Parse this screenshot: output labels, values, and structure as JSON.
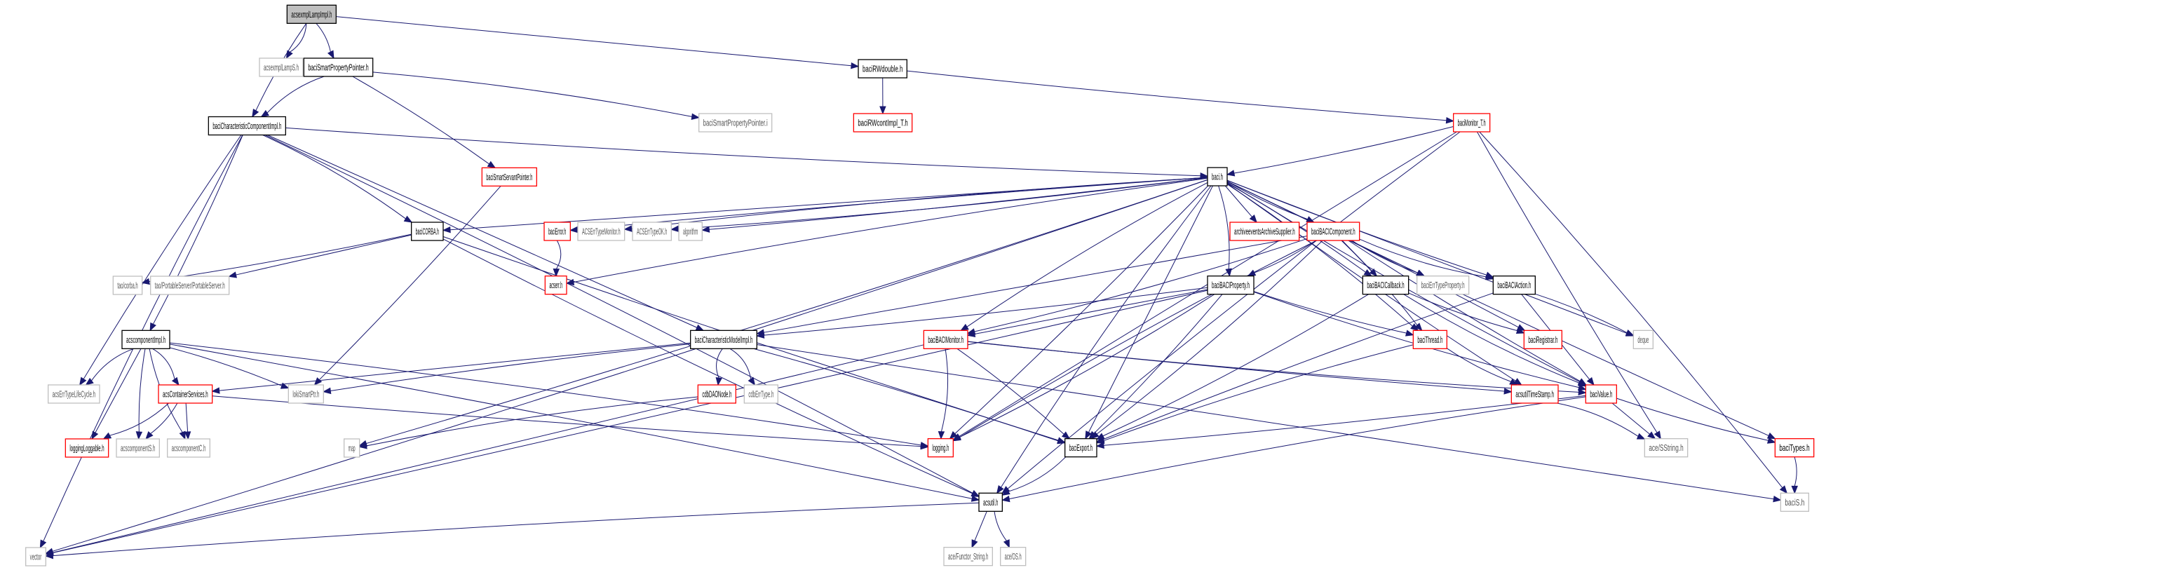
{
  "diagram": {
    "type": "include-dependency-graph",
    "root": "acsexmplLampImpl.h",
    "colors": {
      "edge": "#191970",
      "root_fill": "#bfbfbf",
      "documented_border": "#000000",
      "truncated_border": "#ff0000",
      "external_border": "#bfbfbf"
    },
    "nodes": [
      {
        "id": "acsexmplLampImpl",
        "label": "acsexmplLampImpl.h",
        "kind": "root"
      },
      {
        "id": "acsexmplLampS",
        "label": "acsexmplLampS.h",
        "kind": "external"
      },
      {
        "id": "baciSmartPropertyPointer",
        "label": "baciSmartPropertyPointer.h",
        "kind": "documented"
      },
      {
        "id": "baciRWdouble",
        "label": "baciRWdouble.h",
        "kind": "documented"
      },
      {
        "id": "baciCharacteristicComponentImpl",
        "label": "baciCharacteristicComponentImpl.h",
        "kind": "documented"
      },
      {
        "id": "baciSmartPropertyPointerI",
        "label": "baciSmartPropertyPointer.i",
        "kind": "external"
      },
      {
        "id": "baciRWcontImpl_T",
        "label": "baciRWcontImpl_T.h",
        "kind": "truncated"
      },
      {
        "id": "baciMonitor_T",
        "label": "baciMonitor_T.h",
        "kind": "truncated"
      },
      {
        "id": "baciSmartServantPointer",
        "label": "baciSmartServantPointer.h",
        "kind": "truncated"
      },
      {
        "id": "baci",
        "label": "baci.h",
        "kind": "documented"
      },
      {
        "id": "baciCORBA",
        "label": "baciCORBA.h",
        "kind": "documented"
      },
      {
        "id": "baciError",
        "label": "baciError.h",
        "kind": "truncated"
      },
      {
        "id": "ACSErrTypeMonitor",
        "label": "ACSErrTypeMonitor.h",
        "kind": "external"
      },
      {
        "id": "ACSErrTypeOK",
        "label": "ACSErrTypeOK.h",
        "kind": "external"
      },
      {
        "id": "algorithm",
        "label": "algorithm",
        "kind": "external"
      },
      {
        "id": "archiveeventsArchiveSupplier",
        "label": "archiveeventsArchiveSupplier.h",
        "kind": "truncated"
      },
      {
        "id": "baciBACIComponent",
        "label": "baciBACIComponent.h",
        "kind": "truncated"
      },
      {
        "id": "taocorba",
        "label": "tao/corba.h",
        "kind": "external"
      },
      {
        "id": "taoPortableServer",
        "label": "tao/PortableServer/PortableServer.h",
        "kind": "external"
      },
      {
        "id": "acserr",
        "label": "acserr.h",
        "kind": "truncated"
      },
      {
        "id": "baciBACIProperty",
        "label": "baciBACIProperty.h",
        "kind": "documented"
      },
      {
        "id": "baciBACICallback",
        "label": "baciBACICallback.h",
        "kind": "documented"
      },
      {
        "id": "baciErrTypeProperty",
        "label": "baciErrTypeProperty.h",
        "kind": "external"
      },
      {
        "id": "baciBACIAction",
        "label": "baciBACIAction.h",
        "kind": "documented"
      },
      {
        "id": "acscomponentImpl",
        "label": "acscomponentImpl.h",
        "kind": "documented"
      },
      {
        "id": "baciCharacteristicModelImpl",
        "label": "baciCharacteristicModelImpl.h",
        "kind": "documented"
      },
      {
        "id": "baciBACIMonitor",
        "label": "baciBACIMonitor.h",
        "kind": "truncated"
      },
      {
        "id": "baciThread",
        "label": "baciThread.h",
        "kind": "truncated"
      },
      {
        "id": "baciRegistrar",
        "label": "baciRegistrar.h",
        "kind": "truncated"
      },
      {
        "id": "deque",
        "label": "deque",
        "kind": "external"
      },
      {
        "id": "acsErrTypeLifeCycle",
        "label": "acsErrTypeLifeCycle.h",
        "kind": "external"
      },
      {
        "id": "acsContainerServices",
        "label": "acsContainerServices.h",
        "kind": "truncated"
      },
      {
        "id": "lokiSmartPtr",
        "label": "lokiSmartPtr.h",
        "kind": "external"
      },
      {
        "id": "cdbDAONode",
        "label": "cdbDAONode.h",
        "kind": "truncated"
      },
      {
        "id": "cdbErrType",
        "label": "cdbErrType.h",
        "kind": "external"
      },
      {
        "id": "acsutilTimeStamp",
        "label": "acsutilTimeStamp.h",
        "kind": "truncated"
      },
      {
        "id": "baciValue",
        "label": "baciValue.h",
        "kind": "truncated"
      },
      {
        "id": "loggingLoggable",
        "label": "loggingLoggable.h",
        "kind": "truncated"
      },
      {
        "id": "acscomponentS",
        "label": "acscomponentS.h",
        "kind": "external"
      },
      {
        "id": "acscomponentC",
        "label": "acscomponentC.h",
        "kind": "external"
      },
      {
        "id": "map",
        "label": "map",
        "kind": "external"
      },
      {
        "id": "logging",
        "label": "logging.h",
        "kind": "truncated"
      },
      {
        "id": "baciExport",
        "label": "baciExport.h",
        "kind": "documented"
      },
      {
        "id": "aceSString",
        "label": "ace/SString.h",
        "kind": "external"
      },
      {
        "id": "baciTypes",
        "label": "baciTypes.h",
        "kind": "truncated"
      },
      {
        "id": "acsutil",
        "label": "acsutil.h",
        "kind": "documented"
      },
      {
        "id": "baciS",
        "label": "baciS.h",
        "kind": "external"
      },
      {
        "id": "vector",
        "label": "vector",
        "kind": "external"
      },
      {
        "id": "aceFunctorString",
        "label": "ace/Functor_String.h",
        "kind": "external"
      },
      {
        "id": "aceOS",
        "label": "ace/OS.h",
        "kind": "external"
      }
    ],
    "edges": [
      [
        "acsexmplLampImpl",
        "acsexmplLampS"
      ],
      [
        "acsexmplLampImpl",
        "baciSmartPropertyPointer"
      ],
      [
        "acsexmplLampImpl",
        "baciRWdouble"
      ],
      [
        "acsexmplLampImpl",
        "baciCharacteristicComponentImpl"
      ],
      [
        "baciSmartPropertyPointer",
        "baciCharacteristicComponentImpl"
      ],
      [
        "baciSmartPropertyPointer",
        "baciSmartPropertyPointerI"
      ],
      [
        "baciSmartPropertyPointer",
        "baciSmartServantPointer"
      ],
      [
        "baciRWdouble",
        "baciRWcontImpl_T"
      ],
      [
        "baciRWdouble",
        "baciMonitor_T"
      ],
      [
        "baciCharacteristicComponentImpl",
        "baci"
      ],
      [
        "baciCharacteristicComponentImpl",
        "baciCORBA"
      ],
      [
        "baciCharacteristicComponentImpl",
        "acscomponentImpl"
      ],
      [
        "baciCharacteristicComponentImpl",
        "baciCharacteristicModelImpl"
      ],
      [
        "baciCharacteristicComponentImpl",
        "acsErrTypeLifeCycle"
      ],
      [
        "baciCharacteristicComponentImpl",
        "vector"
      ],
      [
        "baciCharacteristicComponentImpl",
        "acsutil"
      ],
      [
        "baciMonitor_T",
        "baci"
      ],
      [
        "baciMonitor_T",
        "logging"
      ],
      [
        "baciMonitor_T",
        "aceSString"
      ],
      [
        "baciMonitor_T",
        "acsutil"
      ],
      [
        "baciMonitor_T",
        "baciS"
      ],
      [
        "baciSmartServantPointer",
        "lokiSmartPtr"
      ],
      [
        "baci",
        "baciCORBA"
      ],
      [
        "baci",
        "baciError"
      ],
      [
        "baci",
        "ACSErrTypeMonitor"
      ],
      [
        "baci",
        "ACSErrTypeOK"
      ],
      [
        "baci",
        "algorithm"
      ],
      [
        "baci",
        "archiveeventsArchiveSupplier"
      ],
      [
        "baci",
        "baciBACIComponent"
      ],
      [
        "baci",
        "acserr"
      ],
      [
        "baci",
        "baciBACIProperty"
      ],
      [
        "baci",
        "baciBACICallback"
      ],
      [
        "baci",
        "baciErrTypeProperty"
      ],
      [
        "baci",
        "baciBACIAction"
      ],
      [
        "baci",
        "baciBACIMonitor"
      ],
      [
        "baci",
        "baciThread"
      ],
      [
        "baci",
        "baciRegistrar"
      ],
      [
        "baci",
        "deque"
      ],
      [
        "baci",
        "acsutilTimeStamp"
      ],
      [
        "baci",
        "baciValue"
      ],
      [
        "baci",
        "map"
      ],
      [
        "baci",
        "logging"
      ],
      [
        "baci",
        "baciExport"
      ],
      [
        "baci",
        "baciTypes"
      ],
      [
        "baci",
        "acsutil"
      ],
      [
        "baci",
        "vector"
      ],
      [
        "baciCORBA",
        "taocorba"
      ],
      [
        "baciCORBA",
        "taoPortableServer"
      ],
      [
        "baciCORBA",
        "baciExport"
      ],
      [
        "baciCORBA",
        "acsutil"
      ],
      [
        "baciError",
        "acserr"
      ],
      [
        "baciBACIComponent",
        "baciBACIProperty"
      ],
      [
        "baciBACIComponent",
        "baciBACICallback"
      ],
      [
        "baciBACIComponent",
        "baciErrTypeProperty"
      ],
      [
        "baciBACIComponent",
        "baciBACIAction"
      ],
      [
        "baciBACIComponent",
        "baciBACIMonitor"
      ],
      [
        "baciBACIComponent",
        "baciThread"
      ],
      [
        "baciBACIComponent",
        "baciCharacteristicModelImpl"
      ],
      [
        "baciBACIComponent",
        "baciValue"
      ],
      [
        "baciBACIComponent",
        "logging"
      ],
      [
        "baciBACIComponent",
        "baciExport"
      ],
      [
        "baciBACIProperty",
        "baciCharacteristicModelImpl"
      ],
      [
        "baciBACIProperty",
        "baciBACIMonitor"
      ],
      [
        "baciBACIProperty",
        "baciThread"
      ],
      [
        "baciBACIProperty",
        "baciValue"
      ],
      [
        "baciBACIProperty",
        "logging"
      ],
      [
        "baciBACIProperty",
        "baciExport"
      ],
      [
        "baciBACIProperty",
        "vector"
      ],
      [
        "baciBACICallback",
        "baciRegistrar"
      ],
      [
        "baciBACICallback",
        "baciValue"
      ],
      [
        "baciBACICallback",
        "baciExport"
      ],
      [
        "baciBACIAction",
        "deque"
      ],
      [
        "baciBACIAction",
        "baciValue"
      ],
      [
        "baciBACIAction",
        "baciExport"
      ],
      [
        "acscomponentImpl",
        "acsErrTypeLifeCycle"
      ],
      [
        "acscomponentImpl",
        "acsContainerServices"
      ],
      [
        "acscomponentImpl",
        "lokiSmartPtr"
      ],
      [
        "acscomponentImpl",
        "loggingLoggable"
      ],
      [
        "acscomponentImpl",
        "acscomponentS"
      ],
      [
        "acscomponentImpl",
        "acscomponentC"
      ],
      [
        "acscomponentImpl",
        "logging"
      ],
      [
        "acscomponentImpl",
        "acsutil"
      ],
      [
        "baciCharacteristicModelImpl",
        "acsContainerServices"
      ],
      [
        "baciCharacteristicModelImpl",
        "lokiSmartPtr"
      ],
      [
        "baciCharacteristicModelImpl",
        "cdbDAONode"
      ],
      [
        "baciCharacteristicModelImpl",
        "cdbErrType"
      ],
      [
        "baciCharacteristicModelImpl",
        "baciExport"
      ],
      [
        "baciCharacteristicModelImpl",
        "baciS"
      ],
      [
        "baciBACIMonitor",
        "acsutilTimeStamp"
      ],
      [
        "baciBACIMonitor",
        "baciValue"
      ],
      [
        "baciBACIMonitor",
        "logging"
      ],
      [
        "baciBACIMonitor",
        "baciExport"
      ],
      [
        "baciBACIMonitor",
        "vector"
      ],
      [
        "baciThread",
        "acsutilTimeStamp"
      ],
      [
        "baciThread",
        "baciExport"
      ],
      [
        "acsContainerServices",
        "loggingLoggable"
      ],
      [
        "acsContainerServices",
        "acscomponentS"
      ],
      [
        "acsContainerServices",
        "acscomponentC"
      ],
      [
        "acsContainerServices",
        "logging"
      ],
      [
        "cdbDAONode",
        "map"
      ],
      [
        "acsutilTimeStamp",
        "aceSString"
      ],
      [
        "baciValue",
        "baciExport"
      ],
      [
        "baciValue",
        "aceSString"
      ],
      [
        "baciValue",
        "baciTypes"
      ],
      [
        "baciValue",
        "acsutil"
      ],
      [
        "baciExport",
        "acsutil"
      ],
      [
        "baciTypes",
        "baciS"
      ],
      [
        "acsutil",
        "aceFunctorString"
      ],
      [
        "acsutil",
        "aceOS"
      ],
      [
        "acsutil",
        "vector"
      ]
    ]
  }
}
